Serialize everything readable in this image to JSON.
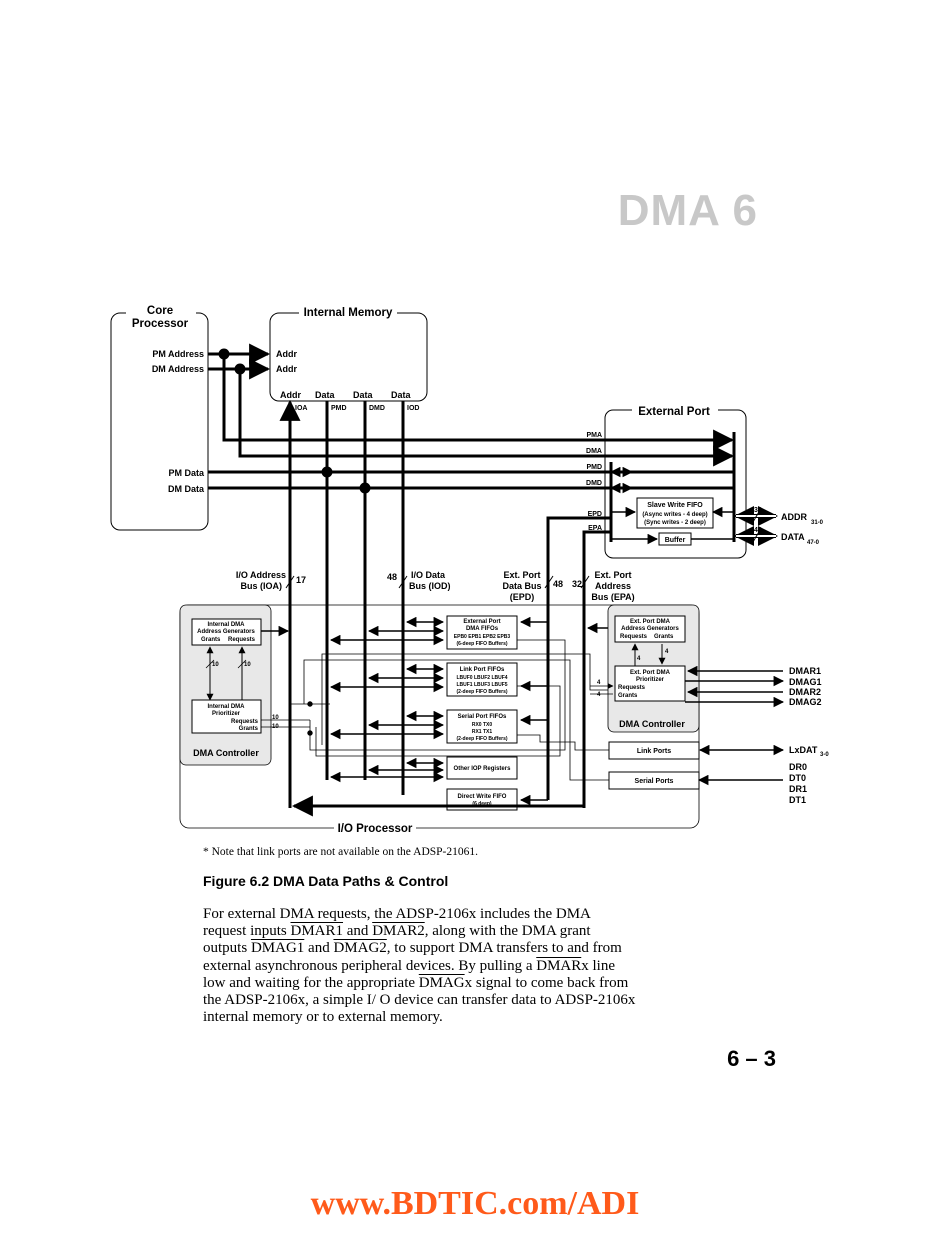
{
  "header": {
    "chapter": "DMA  6"
  },
  "diagram": {
    "core_processor": "Core Processor",
    "core_line1": "Core",
    "core_line2": "Processor",
    "pm_address": "PM Address",
    "dm_address": "DM Address",
    "pm_data": "PM Data",
    "dm_data": "DM Data",
    "internal_memory": "Internal Memory",
    "addr": "Addr",
    "data": "Data",
    "ioa": "IOA",
    "pmd": "PMD",
    "dmd": "DMD",
    "iod": "IOD",
    "external_port": "External Port",
    "pma": "PMA",
    "dma": "DMA",
    "epd": "EPD",
    "epa": "EPA",
    "slave_fifo_1": "Slave Write FIFO",
    "slave_fifo_2": "(Async writes - 4 deep)",
    "slave_fifo_3": "(Sync writes - 2 deep)",
    "buffer": "Buffer",
    "addr_pin": "ADDR",
    "addr_sub": "31-0",
    "data_pin": "DATA",
    "data_sub": "47-0",
    "w32": "32",
    "w48": "48",
    "w17": "17",
    "w10": "10",
    "w4": "4",
    "ioa_bus_1": "I/O Address",
    "ioa_bus_2": "Bus (IOA)",
    "iod_bus_1": "I/O Data",
    "iod_bus_2": "Bus (IOD)",
    "epd_bus_1": "Ext. Port",
    "epd_bus_2": "Data Bus",
    "epd_bus_3": "(EPD)",
    "epa_bus_1": "Ext. Port",
    "epa_bus_2": "Address",
    "epa_bus_3": "Bus (EPA)",
    "int_dma_gen_1": "Internal DMA",
    "int_dma_gen_2": "Address Generators",
    "grants": "Grants",
    "requests": "Requests",
    "int_dma_pri_1": "Internal DMA",
    "int_dma_pri_2": "Prioritizer",
    "dma_controller": "DMA Controller",
    "ext_fifo_1": "External Port",
    "ext_fifo_2": "DMA FIFOs",
    "ext_fifo_3": "EPB0  EPB1  EPB2  EPB3",
    "ext_fifo_4": "(6-deep FIFO Buffers)",
    "link_fifo_1": "Link Port FIFOs",
    "link_fifo_2": "LBUF0  LBUF2  LBUF4",
    "link_fifo_3": "LBUF1  LBUF3  LBUF5",
    "link_fifo_4": "(2-deep FIFO Buffers)",
    "ser_fifo_1": "Serial Port FIFOs",
    "ser_fifo_2": "RX0   TX0",
    "ser_fifo_3": "RX1   TX1",
    "ser_fifo_4": "(2-deep FIFO Buffers)",
    "other_iop": "Other IOP Registers",
    "dwf_1": "Direct Write FIFO",
    "dwf_2": "(6 deep)",
    "ext_gen_1": "Ext. Port DMA",
    "ext_gen_2": "Address Generators",
    "ext_pri_1": "Ext. Port DMA",
    "ext_pri_2": "Prioritizer",
    "link_ports": "Link Ports",
    "serial_ports": "Serial Ports",
    "dmar1": "DMAR1",
    "dmag1": "DMAG1",
    "dmar2": "DMAR2",
    "dmag2": "DMAG2",
    "lxdat": "LxDAT",
    "lxdat_sub": "3-0",
    "dr0": "DR0",
    "dt0": "DT0",
    "dr1": "DR1",
    "dt1": "DT1",
    "io_processor": "I/O Processor"
  },
  "note": "* Note that link ports are not available on the ADSP-21061.",
  "caption": "Figure 6.2  DMA Data Paths & Control",
  "body": {
    "l1": "For external DMA requests, the ADSP-2106x includes the DMA",
    "l2a": "request inputs ",
    "dmar1": "DMAR1",
    "l2b": " and ",
    "dmar2": "DMAR2",
    "l2c": ", along with the DMA grant",
    "l3a": "outputs ",
    "dmag1": "DMAG1",
    "l3b": " and ",
    "dmag2": "DMAG2",
    "l3c": ", to support DMA transfers to and from",
    "l4a": "external asynchronous peripheral devices. By pulling a ",
    "dmarx": "DMAR",
    "l4b": "x line",
    "l5a": "low and waiting for the appropriate ",
    "dmagx": "DMAG",
    "l5b": "x signal to come back from",
    "l6": "the ADSP-2106x, a simple I/ O device can transfer data to ADSP-2106x",
    "l7": "internal memory or to external memory."
  },
  "page_number": "6 – 3",
  "footer_url": "www.BDTIC.com/ADI"
}
